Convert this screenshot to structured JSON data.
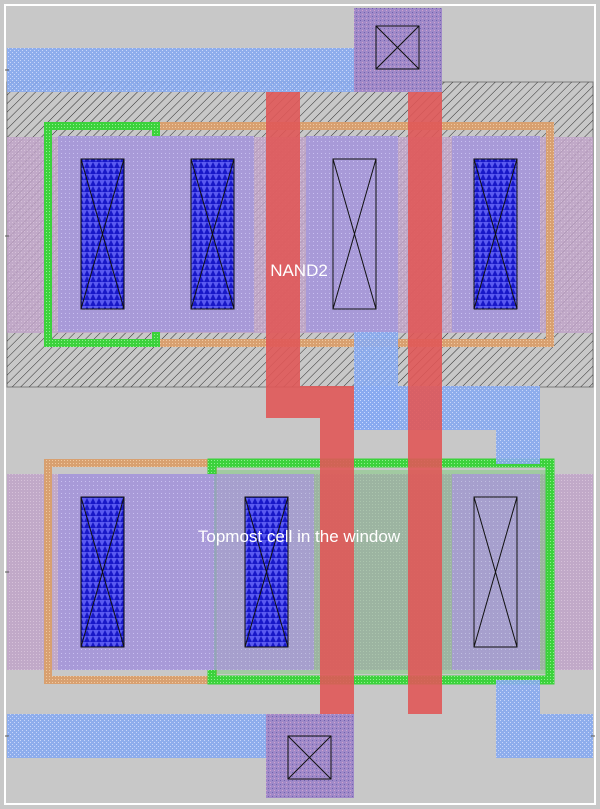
{
  "viewport": {
    "background": "#c8c8c8",
    "border": "#ffffff"
  },
  "labels": {
    "cell_name": "NAND2",
    "top_cell": "Topmost cell in the window"
  },
  "layers": [
    {
      "name": "nwell",
      "color": "#2e2e2e",
      "style": "hatch"
    },
    {
      "name": "active-region",
      "color": "#b89aa8"
    },
    {
      "name": "p-select",
      "color": "#d89a6c"
    },
    {
      "name": "n-select",
      "color": "#3cd23c"
    },
    {
      "name": "metal1",
      "color": "#7aa2ee"
    },
    {
      "name": "polysilicon",
      "color": "#e05858"
    },
    {
      "name": "diffusion",
      "color": "#a89ad8"
    },
    {
      "name": "contact",
      "color": "#2020e0"
    },
    {
      "name": "via",
      "color": "#111111"
    }
  ]
}
